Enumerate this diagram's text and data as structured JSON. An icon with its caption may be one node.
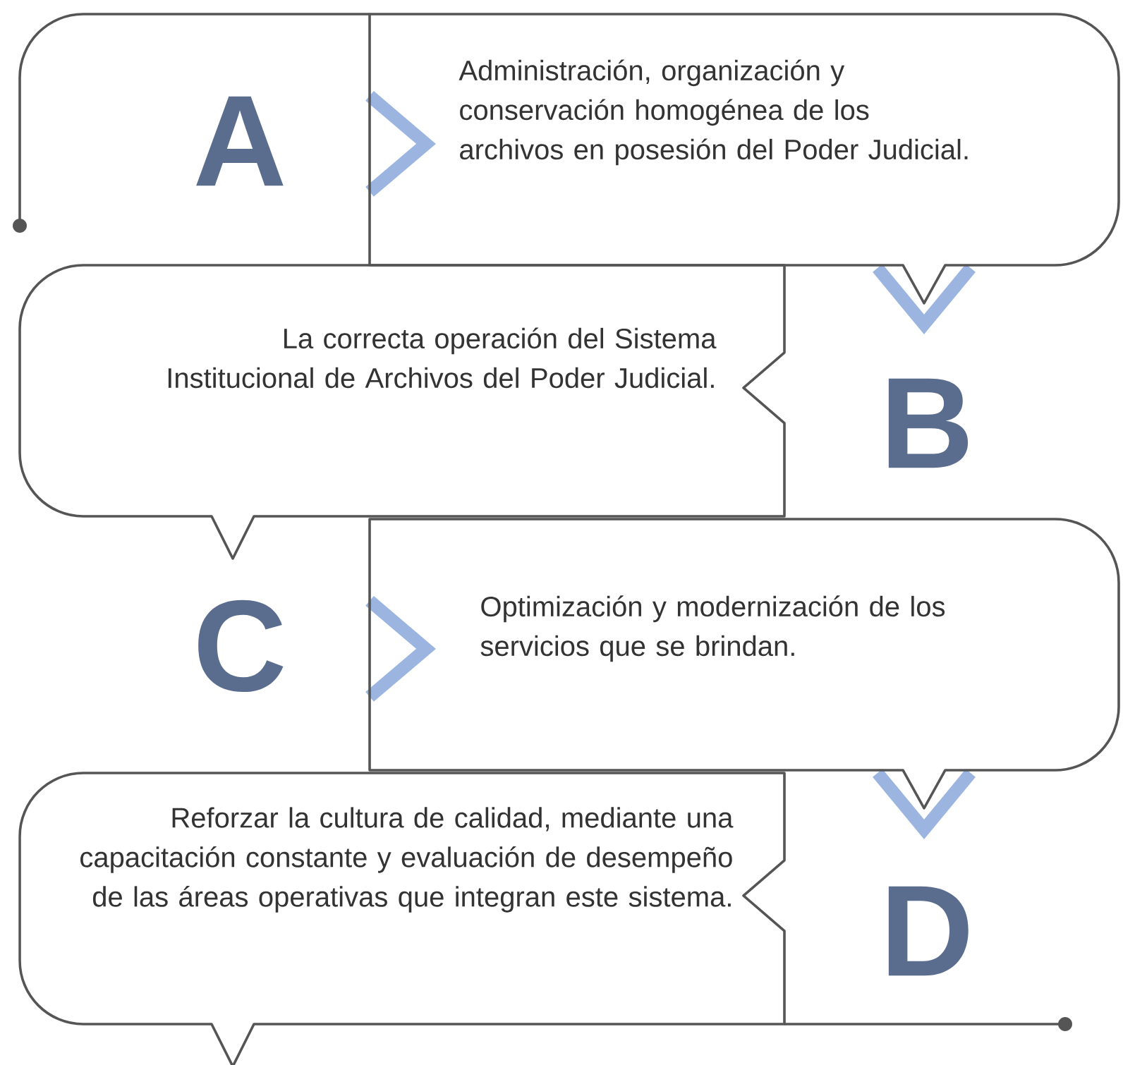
{
  "diagram": {
    "nodes": [
      {
        "text": [
          "A",
          "Administración, organización y conservación homogénea de los archivos en posesión del Poder Judicial."
        ]
      },
      {
        "text": [
          "La correcta operación del Sistema Institucional de Archivos del Poder Judicial.",
          "B"
        ]
      },
      {
        "text": [
          "C",
          "Optimización y modernización de los servicios que se brindan."
        ]
      },
      {
        "text": [
          "Reforzar la cultura de calidad, mediante una capacitación constante y evaluación de desempeño de las áreas operativas que integran este sistema.",
          "D"
        ]
      }
    ]
  }
}
